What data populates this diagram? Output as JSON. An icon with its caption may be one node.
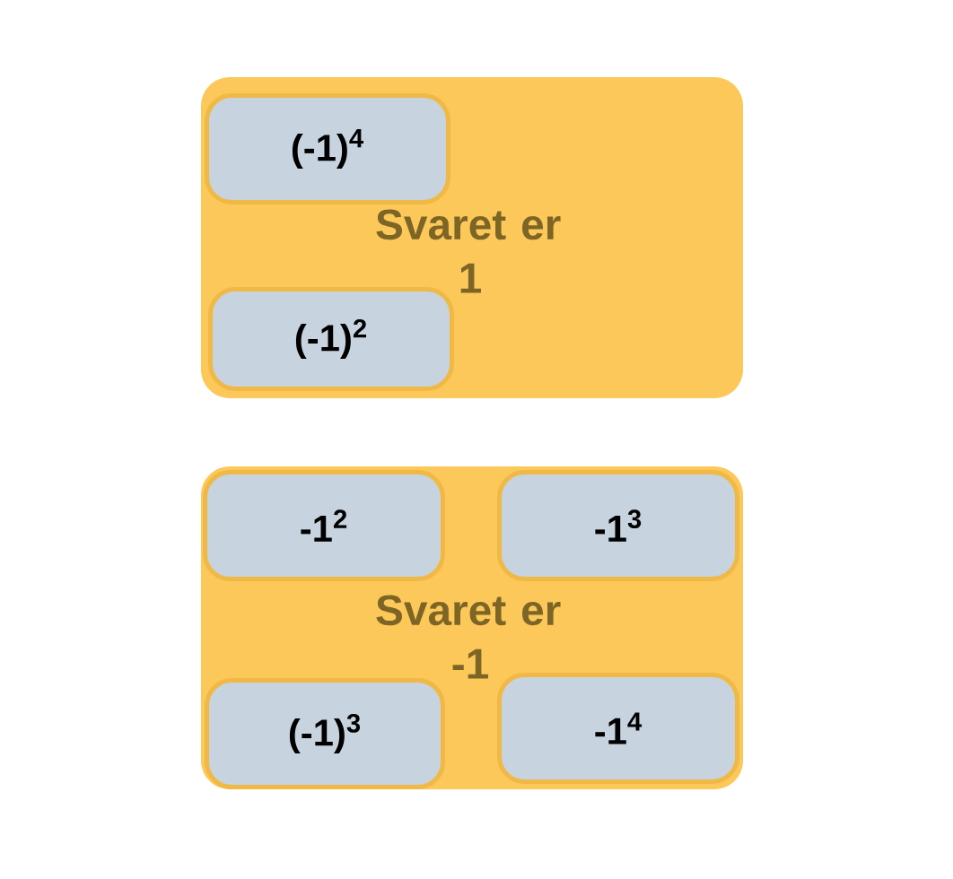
{
  "diagram": {
    "nodes": [
      {
        "text": [
          "Svaret er 1"
        ]
      },
      {
        "text": [
          "(-1)$^{4}$"
        ],
        "in": 0
      },
      {
        "text": [
          "(-1)$^{2}$"
        ],
        "in": 0
      },
      {
        "text": [
          "Svaret er -1"
        ]
      },
      {
        "text": [
          "-1$^{2}$"
        ],
        "in": 3
      },
      {
        "text": [
          "-1$^{3}$"
        ],
        "in": 3
      },
      {
        "text": [
          "(-1)$^{3}$"
        ],
        "in": 3
      },
      {
        "text": [
          "-1$^{4}$"
        ],
        "in": 3
      }
    ]
  }
}
